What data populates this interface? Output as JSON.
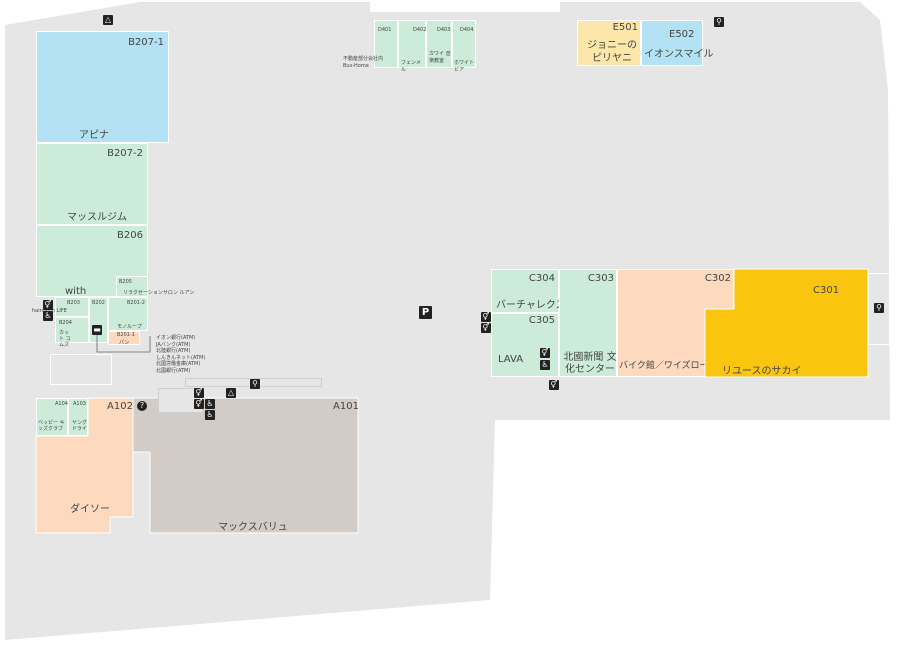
{
  "colors": {
    "background": "#e6e6e6",
    "blue": "#b3e2f4",
    "green": "#ccecd9",
    "peach": "#fdd9be",
    "yellow": "#f9c50f",
    "cream": "#fce6a9",
    "taupe": "#d3ccc6",
    "outline": "#ffffff"
  },
  "stores": {
    "b207_1": {
      "code": "B207-1",
      "name": "アピナ"
    },
    "b207_2": {
      "code": "B207-2",
      "name": "マッスルジム"
    },
    "b206": {
      "code": "B206",
      "name": "with"
    },
    "b205": {
      "code": "B205",
      "name": "リラクゼーションサロン ルアン"
    },
    "b203": {
      "code": "B203",
      "name": "hairsalon LIFE"
    },
    "b202": {
      "code": "B202",
      "name": ""
    },
    "b204": {
      "code": "B204",
      "name": "カット コムズ"
    },
    "b201_2": {
      "code": "B201-2",
      "name": "モノループ"
    },
    "b201_1": {
      "code": "B201-1",
      "name": "パン"
    },
    "d401": {
      "code": "D401",
      "name": "不動産部分会社内 Bus-Home"
    },
    "d402": {
      "code": "D402",
      "name": "フェンメル"
    },
    "d403": {
      "code": "D403",
      "name": "カワイ 音楽教室"
    },
    "d404": {
      "code": "D404",
      "name": "ホワイトピア"
    },
    "e501": {
      "code": "E501",
      "name": "ジョニーの ピリヤニ"
    },
    "e502": {
      "code": "E502",
      "name": "イオンスマイル"
    },
    "c304": {
      "code": "C304",
      "name": "バーチャレクス"
    },
    "c303": {
      "code": "C303",
      "name": "北國新聞 文化センター"
    },
    "c305": {
      "code": "C305",
      "name": "LAVA"
    },
    "c302": {
      "code": "C302",
      "name": "バイク館／ワイズロード"
    },
    "c301": {
      "code": "C301",
      "name": "リユースのサカイ"
    },
    "a104": {
      "code": "A104",
      "name": "ベッピー キッズクラブ"
    },
    "a103": {
      "code": "A103",
      "name": "ヤング ドライ"
    },
    "a102": {
      "code": "A102",
      "name": "ダイソー"
    },
    "a101": {
      "code": "A101",
      "name": "マックスバリュ"
    }
  },
  "atm_list": [
    "イオン銀行(ATM)",
    "JAバンク(ATM)",
    "北陸銀行(ATM)",
    "しんきんネット(ATM)",
    "北國労働金庫(ATM)",
    "北國銀行(ATM)"
  ],
  "icons": {
    "parking": {
      "glyph": "P",
      "name": "parking-icon"
    },
    "info": {
      "glyph": "?",
      "name": "information-icon"
    },
    "restroom": {
      "glyph": "⚥",
      "name": "restroom-icon"
    },
    "accessible": {
      "glyph": "♿",
      "name": "accessible-restroom-icon"
    },
    "bicycle": {
      "glyph": "⚲",
      "name": "bicycle-parking-icon"
    },
    "aed": {
      "glyph": "△",
      "name": "aed-icon"
    },
    "atm": {
      "glyph": "▬",
      "name": "atm-icon"
    }
  }
}
